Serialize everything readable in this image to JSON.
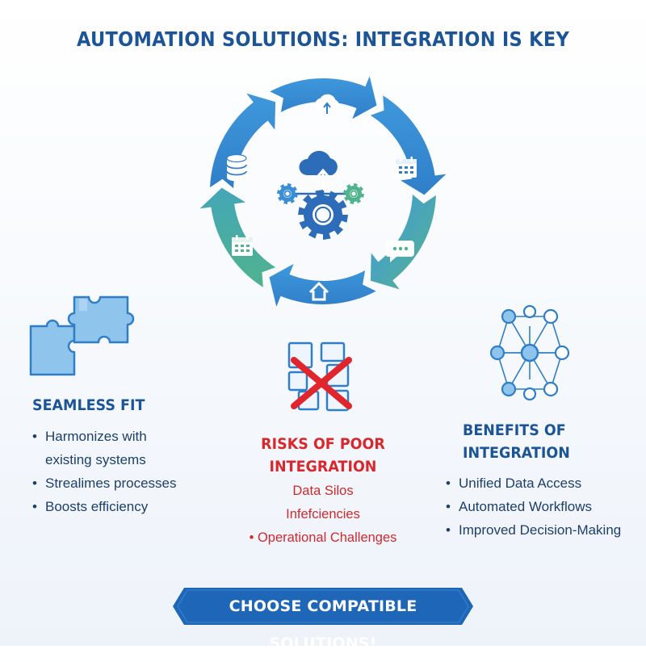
{
  "title": "AUTOMATION SOLUTIONS: INTEGRATION IS KEY",
  "colors": {
    "primary_blue": "#1b5597",
    "cycle_blue": "#3a8fd4",
    "cycle_green": "#4fb38e",
    "risk_red": "#d8282c",
    "banner_blue": "#1e66b8"
  },
  "cycle": {
    "icons": [
      "cloud-upload-icon",
      "calendar-icon",
      "chat-icon",
      "home-icon",
      "calendar-icon",
      "database-icon"
    ],
    "center_icon": "cloud-gears-icon"
  },
  "seamless_fit": {
    "icon": "puzzle-icon",
    "heading": "SEAMLESS FIT",
    "bullets": [
      [
        "Harmonizes with",
        "existing systems"
      ],
      [
        "Strealimes processes"
      ],
      [
        "Boosts efficiency"
      ]
    ]
  },
  "risks": {
    "icon": "broken-blocks-x-icon",
    "heading_line1": "RISKS OF POOR",
    "heading_line2": "INTEGRATION",
    "items": [
      "Data Silos",
      "Infefciencies",
      "Operational Challenges"
    ]
  },
  "benefits": {
    "icon": "network-icon",
    "heading_line1": "BENEFITS OF",
    "heading_line2": "INTEGRATION",
    "bullets": [
      "Unified Data Access",
      "Automated Workflows",
      "Improved Decision-Making"
    ]
  },
  "banner": {
    "text": "CHOOSE COMPATIBLE SOLUTIONS!"
  }
}
